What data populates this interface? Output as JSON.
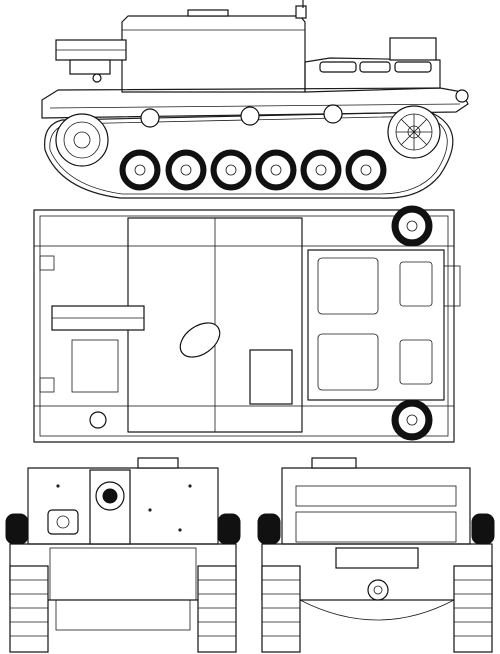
{
  "drawing": {
    "views": [
      "side-view",
      "top-view",
      "front-view",
      "rear-view"
    ]
  }
}
